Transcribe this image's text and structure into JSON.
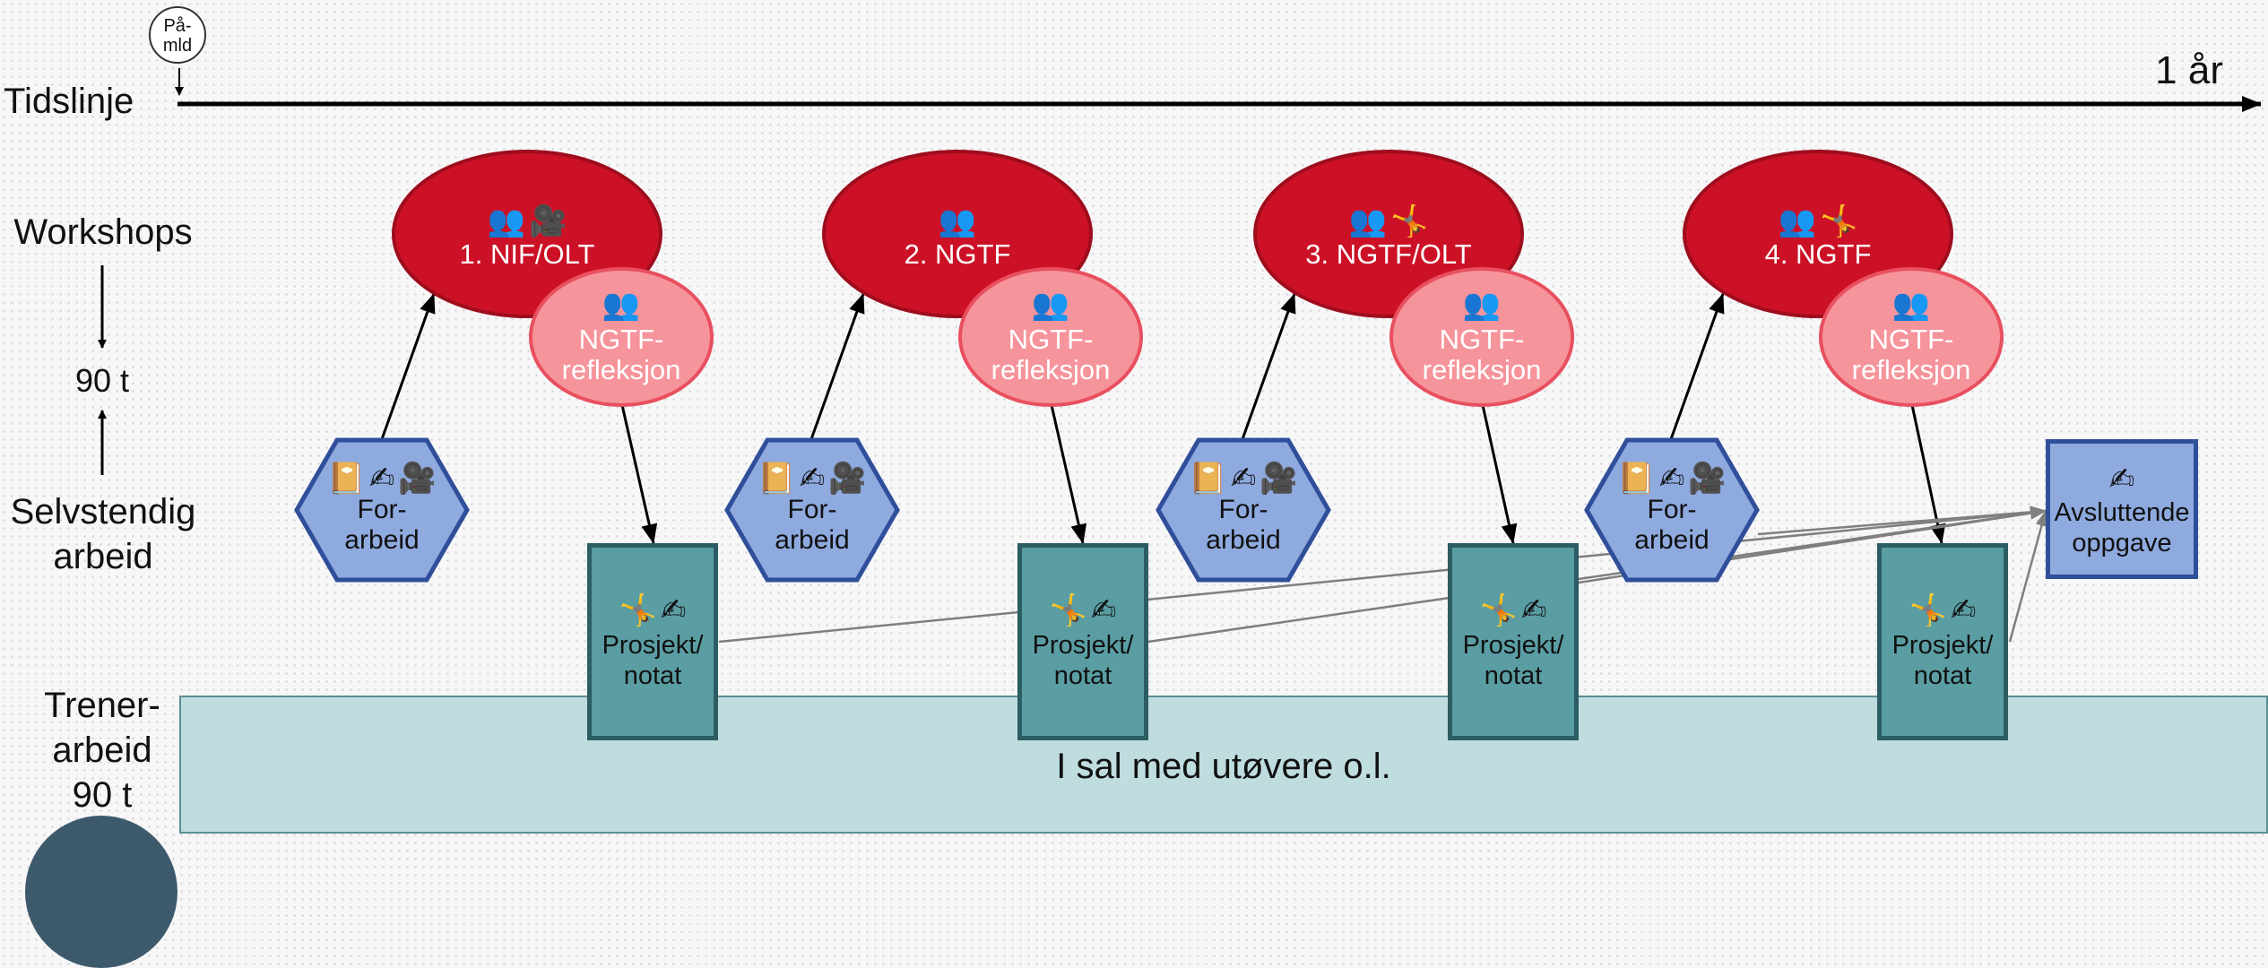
{
  "marker": {
    "label_line1": "På-",
    "label_line2": "mld"
  },
  "timeline": {
    "label": "Tidslinje",
    "end_label": "1 år"
  },
  "side_labels": {
    "workshops": "Workshops",
    "hours_top": "90 t",
    "self_line1": "Selvstendig",
    "self_line2": "arbeid",
    "trainer_line1": "Trener-",
    "trainer_line2": "arbeid",
    "trainer_line3": "90 t"
  },
  "colors": {
    "workshop": "#cc1126",
    "reflection": "#f6949c",
    "forarbeid": "#8eaadf",
    "note": "#5a9ea4",
    "band": "#bfdcdf",
    "final": "#8eaadf"
  },
  "workshops": [
    {
      "label": "1. NIF/OLT",
      "icons": [
        "people-icon",
        "camera-icon"
      ]
    },
    {
      "label": "2. NGTF",
      "icons": [
        "people-icon"
      ]
    },
    {
      "label": "3. NGTF/OLT",
      "icons": [
        "people-icon",
        "dancer-icon"
      ]
    },
    {
      "label": "4. NGTF",
      "icons": [
        "people-icon",
        "dancer-icon"
      ]
    }
  ],
  "reflection": {
    "line1": "NGTF-",
    "line2": "refleksjon",
    "icon": "people-icon"
  },
  "forarbeid": {
    "line1": "For-",
    "line2": "arbeid",
    "icons": [
      "book-icon",
      "writing-hand-icon",
      "camera-icon"
    ]
  },
  "note": {
    "line1": "Prosjekt/",
    "line2": "notat",
    "icons": [
      "dancer-icon",
      "writing-hand-icon"
    ]
  },
  "final_task": {
    "line1": "Avsluttende",
    "line2": "oppgave",
    "icon": "writing-hand-icon"
  },
  "band": {
    "text": "I sal med utøvere o.l."
  }
}
